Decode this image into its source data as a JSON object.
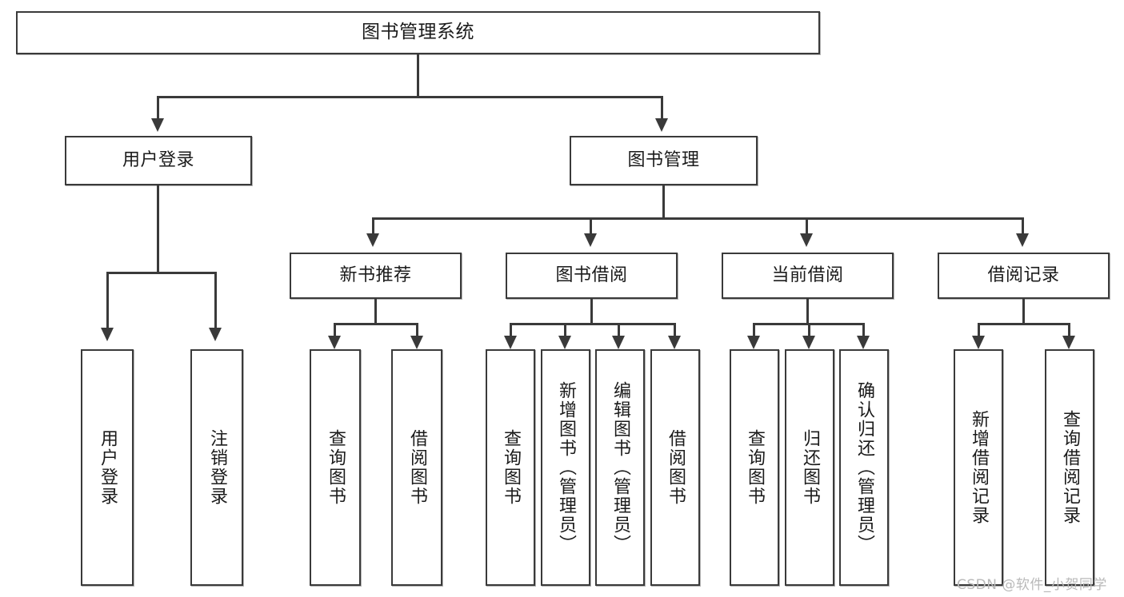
{
  "diagram": {
    "type": "tree",
    "title": "图书管理系统",
    "watermark": "CSDN @软件_小贺同学",
    "colors": {
      "stroke": "#3a3a3a",
      "fill": "#ffffff",
      "text": "#1b1b1b",
      "watermark": "#b9b9b9"
    },
    "nodes": {
      "root": {
        "label": "图书管理系统"
      },
      "level1": [
        {
          "label": "用户登录"
        },
        {
          "label": "图书管理"
        }
      ],
      "level2": [
        {
          "label": "新书推荐"
        },
        {
          "label": "图书借阅"
        },
        {
          "label": "当前借阅"
        },
        {
          "label": "借阅记录"
        }
      ],
      "leaves": [
        {
          "label": "用户登录",
          "parent": "用户登录"
        },
        {
          "label": "注销登录",
          "parent": "用户登录"
        },
        {
          "label": "查询图书",
          "parent": "新书推荐"
        },
        {
          "label": "借阅图书",
          "parent": "新书推荐"
        },
        {
          "label": "查询图书",
          "parent": "图书借阅"
        },
        {
          "label": "新增图书（管理员）",
          "parent": "图书借阅"
        },
        {
          "label": "编辑图书（管理员）",
          "parent": "图书借阅"
        },
        {
          "label": "借阅图书",
          "parent": "图书借阅"
        },
        {
          "label": "查询图书",
          "parent": "当前借阅"
        },
        {
          "label": "归还图书",
          "parent": "当前借阅"
        },
        {
          "label": "确认归还（管理员）",
          "parent": "当前借阅"
        },
        {
          "label": "新增借阅记录",
          "parent": "借阅记录"
        },
        {
          "label": "查询借阅记录",
          "parent": "借阅记录"
        }
      ]
    }
  }
}
